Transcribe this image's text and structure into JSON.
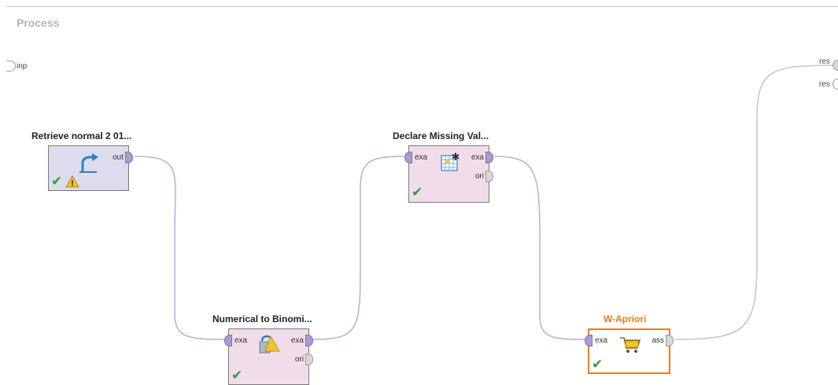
{
  "process": {
    "title": "Process",
    "input_port": "inp",
    "result_ports": [
      "res",
      "res"
    ]
  },
  "operators": {
    "retrieve": {
      "name": "Retrieve normal 2 01...",
      "out": "out",
      "icon": "retrieve-arrow-icon",
      "status": [
        "ok",
        "warning"
      ]
    },
    "num2bin": {
      "name": "Numerical to Binomi...",
      "in": "exa",
      "out": "exa",
      "out2": "ori",
      "icon": "convert-shapes-icon",
      "status": [
        "ok"
      ]
    },
    "declare": {
      "name": "Declare Missing Val...",
      "in": "exa",
      "out": "exa",
      "out2": "ori",
      "icon": "table-missing-value-icon",
      "status": [
        "ok"
      ]
    },
    "apriori": {
      "name": "W-Apriori",
      "in": "exa",
      "out": "ass",
      "icon": "shopping-cart-icon",
      "status": [
        "ok"
      ]
    }
  },
  "colors": {
    "wire": "#b9b2e0",
    "result_wire": "#c8c8c8",
    "selected": "#f07a18",
    "check": "#3a9a3a"
  }
}
